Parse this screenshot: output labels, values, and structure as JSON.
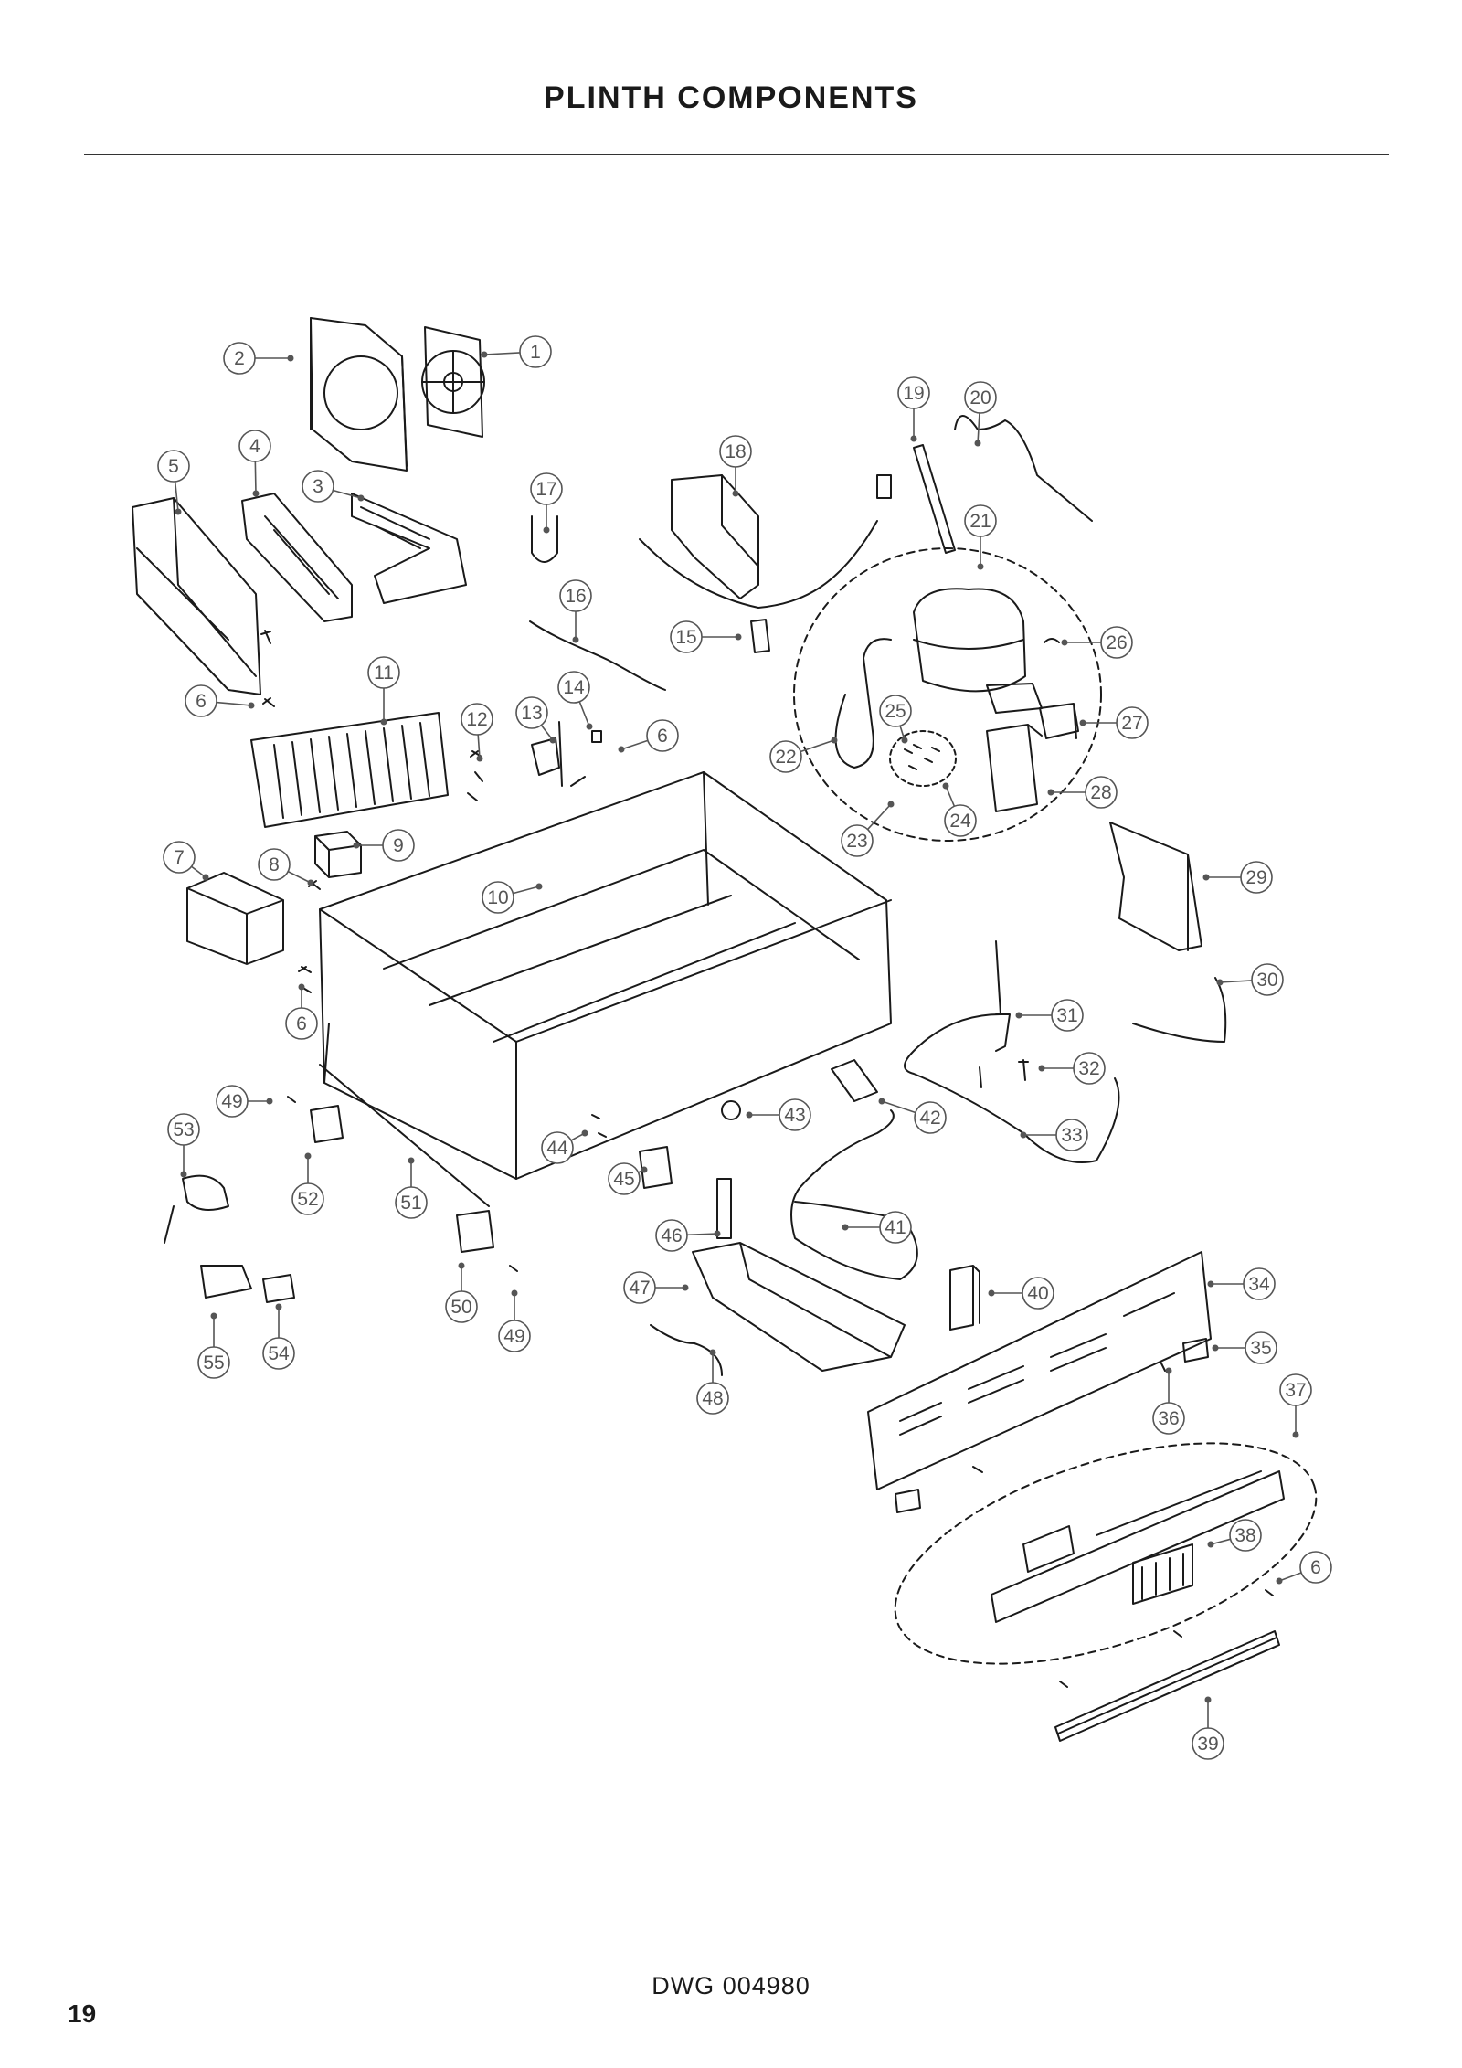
{
  "header": {
    "title": "PLINTH COMPONENTS"
  },
  "footer": {
    "drawing_number": "DWG 004980",
    "page_number": "19"
  },
  "diagram": {
    "callouts": [
      {
        "label": "1"
      },
      {
        "label": "2"
      },
      {
        "label": "3"
      },
      {
        "label": "4"
      },
      {
        "label": "5"
      },
      {
        "label": "6"
      },
      {
        "label": "6"
      },
      {
        "label": "6"
      },
      {
        "label": "6"
      },
      {
        "label": "7"
      },
      {
        "label": "8"
      },
      {
        "label": "9"
      },
      {
        "label": "10"
      },
      {
        "label": "11"
      },
      {
        "label": "12"
      },
      {
        "label": "13"
      },
      {
        "label": "14"
      },
      {
        "label": "15"
      },
      {
        "label": "16"
      },
      {
        "label": "17"
      },
      {
        "label": "18"
      },
      {
        "label": "19"
      },
      {
        "label": "20"
      },
      {
        "label": "21"
      },
      {
        "label": "22"
      },
      {
        "label": "23"
      },
      {
        "label": "24"
      },
      {
        "label": "25"
      },
      {
        "label": "26"
      },
      {
        "label": "27"
      },
      {
        "label": "28"
      },
      {
        "label": "29"
      },
      {
        "label": "30"
      },
      {
        "label": "31"
      },
      {
        "label": "32"
      },
      {
        "label": "33"
      },
      {
        "label": "34"
      },
      {
        "label": "35"
      },
      {
        "label": "36"
      },
      {
        "label": "37"
      },
      {
        "label": "38"
      },
      {
        "label": "39"
      },
      {
        "label": "40"
      },
      {
        "label": "41"
      },
      {
        "label": "42"
      },
      {
        "label": "43"
      },
      {
        "label": "44"
      },
      {
        "label": "45"
      },
      {
        "label": "46"
      },
      {
        "label": "47"
      },
      {
        "label": "48"
      },
      {
        "label": "49"
      },
      {
        "label": "49"
      },
      {
        "label": "50"
      },
      {
        "label": "51"
      },
      {
        "label": "52"
      },
      {
        "label": "53"
      },
      {
        "label": "54"
      },
      {
        "label": "55"
      }
    ]
  },
  "colors": {
    "line": "#1a1a1a",
    "callout": "#555555",
    "background": "#ffffff"
  }
}
